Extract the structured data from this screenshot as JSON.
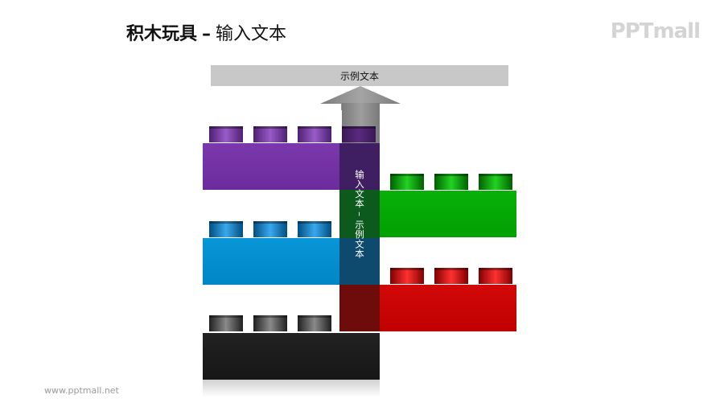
{
  "header": {
    "title_bold": "积木玩具",
    "separator": "–",
    "title_rest": "输入文本"
  },
  "logo": {
    "text": "PPTmall"
  },
  "footer": {
    "url": "www.pptmall.net"
  },
  "banner": {
    "label": "示例文本"
  },
  "center_label": {
    "text": "输入文本 – 示例文本"
  },
  "colors": {
    "purple": "#7030a0",
    "green": "#00a000",
    "blue": "#0088c8",
    "red": "#c80000",
    "black": "#1a1a1a",
    "banner": "#c8c8c8",
    "arrow": "#8c8c8c"
  }
}
